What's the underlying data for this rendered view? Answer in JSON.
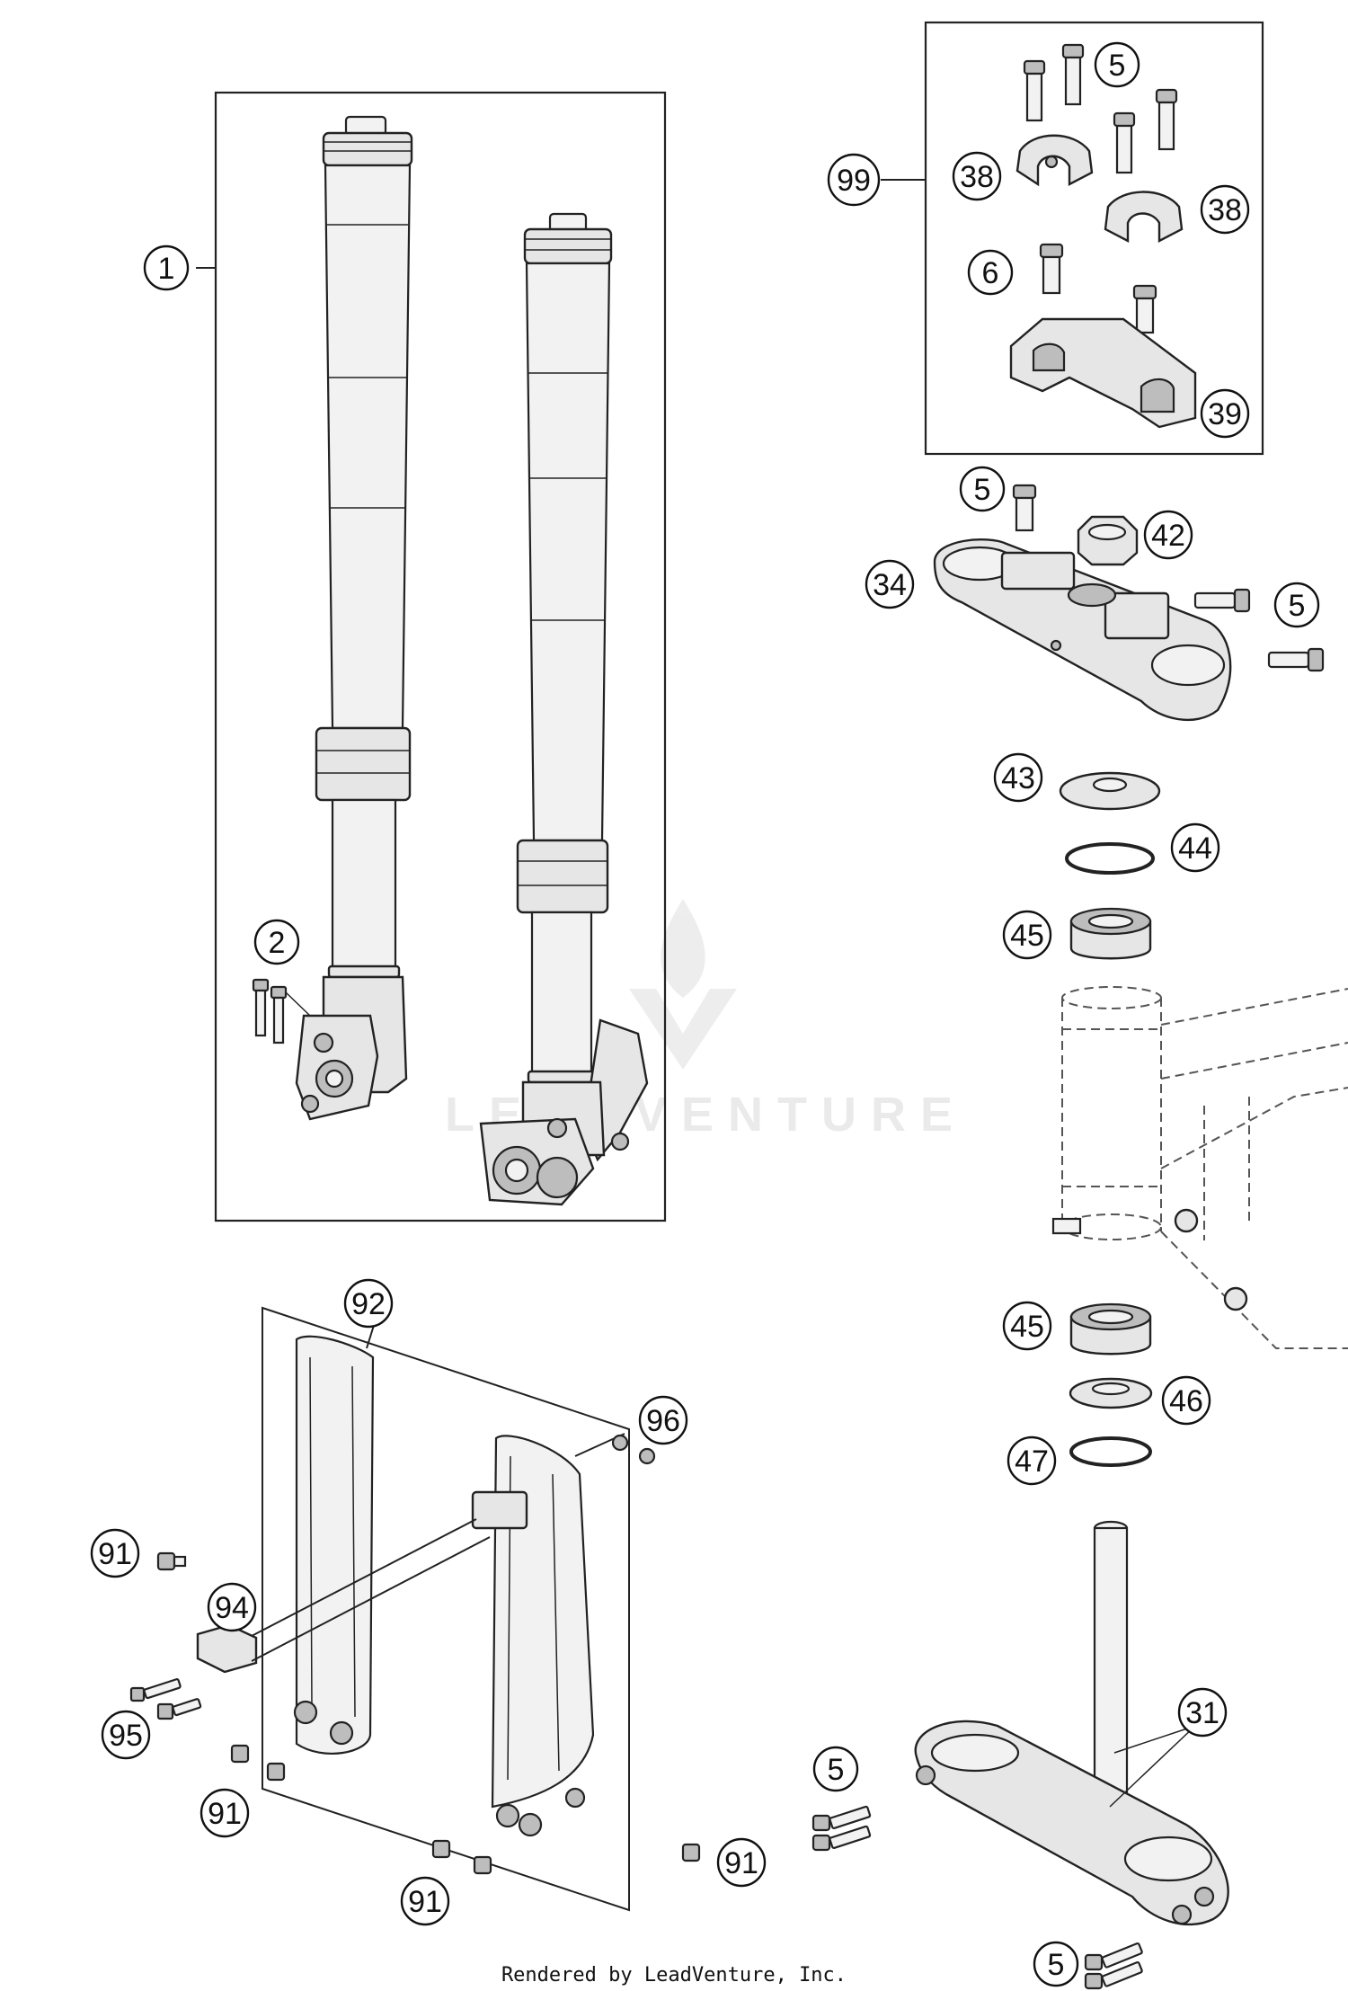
{
  "diagram": {
    "callouts": [
      "1",
      "2",
      "5",
      "99",
      "38",
      "38",
      "6",
      "39",
      "5",
      "42",
      "34",
      "5",
      "43",
      "44",
      "45",
      "45",
      "46",
      "47",
      "92",
      "96",
      "91",
      "94",
      "95",
      "91",
      "91",
      "91",
      "5",
      "31",
      "5"
    ]
  },
  "watermark": {
    "text": "LEADVENTURE"
  },
  "footer": {
    "text": "Rendered by LeadVenture, Inc."
  }
}
